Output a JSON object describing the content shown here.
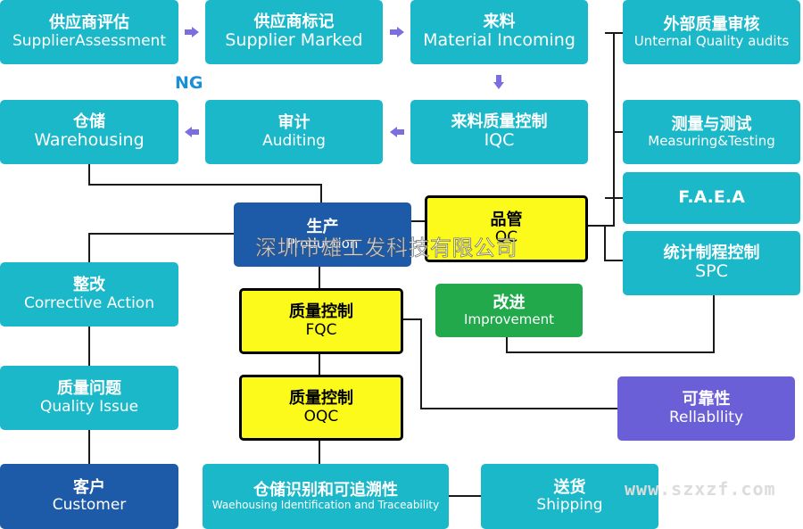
{
  "boxes": {
    "supplier_assessment": {
      "zh": "供应商评估",
      "en": "SupplierAssessment"
    },
    "supplier_marked": {
      "zh": "供应商标记",
      "en": "Supplier Marked"
    },
    "material_incoming": {
      "zh": "来料",
      "en": "Material Incoming"
    },
    "external_audits": {
      "zh": "外部质量审核",
      "en": "Unternal Quality audits"
    },
    "warehousing": {
      "zh": "仓储",
      "en": "Warehousing"
    },
    "auditing": {
      "zh": "审计",
      "en": "Auditing"
    },
    "iqc": {
      "zh": "来料质量控制",
      "en": "IQC"
    },
    "measuring": {
      "zh": "测量与测试",
      "en": "Measuring&Testing"
    },
    "faea": {
      "en": "F.A.E.A"
    },
    "production": {
      "zh": "生产",
      "en": "Production"
    },
    "qc": {
      "zh": "品管",
      "en": "QC"
    },
    "spc": {
      "zh": "统计制程控制",
      "en": "SPC"
    },
    "corrective": {
      "zh": "整改",
      "en": "Corrective Action"
    },
    "fqc": {
      "zh": "质量控制",
      "en": "FQC"
    },
    "improvement": {
      "zh": "改进",
      "en": "Improvement"
    },
    "quality_issue": {
      "zh": "质量问题",
      "en": "Quality Issue"
    },
    "oqc": {
      "zh": "质量控制",
      "en": "OQC"
    },
    "reliability": {
      "zh": "可靠性",
      "en": "Rellabllity"
    },
    "customer": {
      "zh": "客户",
      "en": "Customer"
    },
    "traceability": {
      "zh": "仓储识别和可追溯性",
      "en": "Waehousing Identification and Traceability"
    },
    "shipping": {
      "zh": "送货",
      "en": "Shipping"
    }
  },
  "labels": {
    "ng": "NG",
    "watermark": "深圳市雄工发科技有限公司",
    "url": "www.szxzf.com"
  },
  "colors": {
    "teal": "#1ab8c9",
    "navy": "#1d5aa8",
    "yellow": "#fbfa1a",
    "green": "#21a94c",
    "purple": "#6a5fd6",
    "arrow": "#7b6fe0",
    "ng": "#1a8fd8"
  },
  "icons": {
    "flow_arrow": "purple-arrow-icon"
  }
}
